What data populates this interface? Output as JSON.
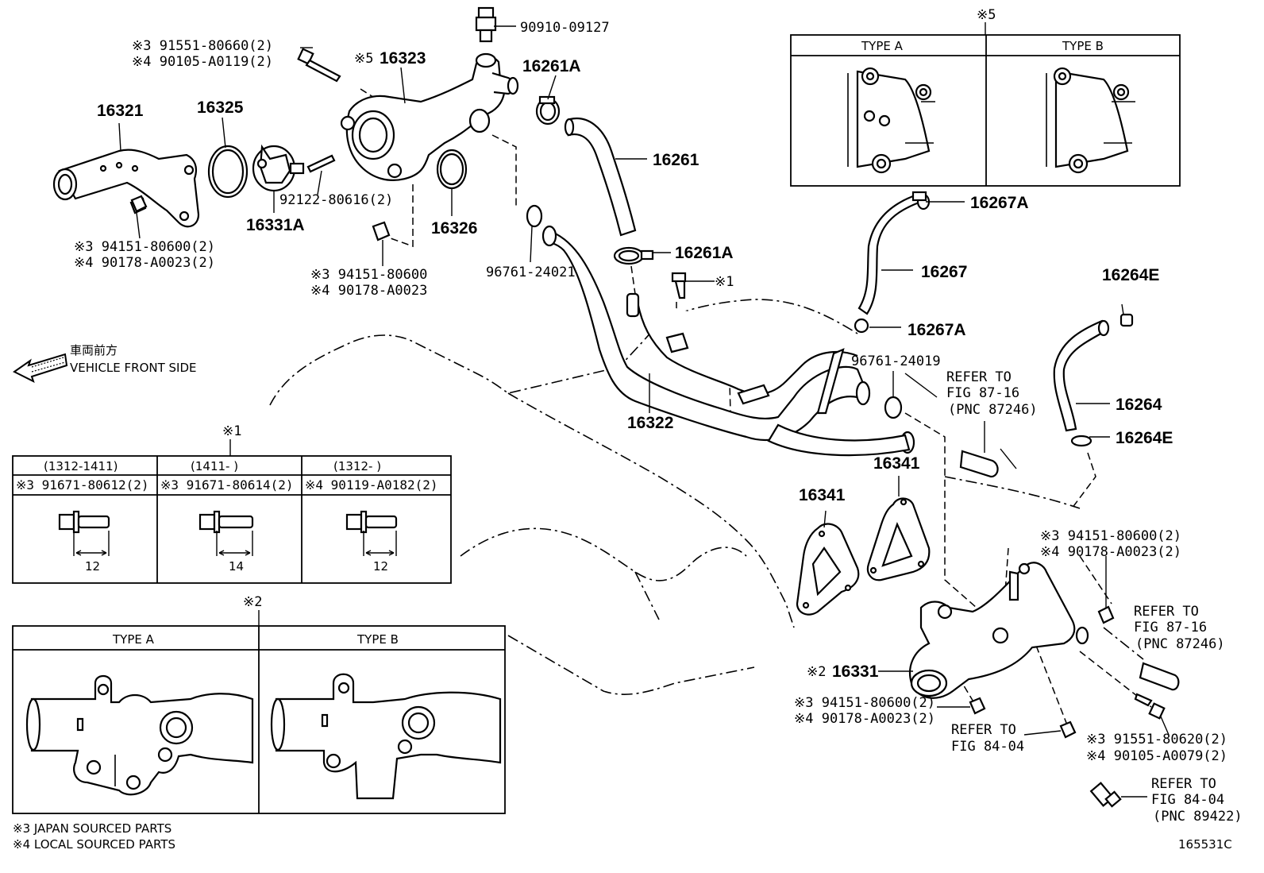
{
  "figure_id": "165531C",
  "direction": {
    "jp": "車両前方",
    "en": "VEHICLE FRONT SIDE"
  },
  "legend": {
    "note3": "※3 JAPAN SOURCED PARTS",
    "note4": "※4 LOCAL SOURCED PARTS"
  },
  "callouts": {
    "p90910": "90910-09127",
    "p16261A_top": "16261A",
    "p16261": "16261",
    "p16261A_mid": "16261A",
    "p16323": "16323",
    "p16323_mark": "※5",
    "p16321": "16321",
    "p16325": "16325",
    "p16331A": "16331A",
    "p92122": "92122-80616(2)",
    "p16326": "16326",
    "p96761a": "96761-24021",
    "bolt_top_3": "※3 91551-80660(2)",
    "bolt_top_4": "※4 90105-A0119(2)",
    "nut_left_3": "※3 94151-80600(2)",
    "nut_left_4": "※4 90178-A0023(2)",
    "nut_mid_3": "※3 94151-80600",
    "nut_mid_4": "※4 90178-A0023",
    "bolt_mark1": "※1",
    "p16322": "16322",
    "p16267A_top": "16267A",
    "p16267": "16267",
    "p16267A_bot": "16267A",
    "p96761b": "96761-24019",
    "ref_8716a_1": "REFER TO",
    "ref_8716a_2": "FIG 87-16",
    "ref_8716a_3": "(PNC 87246)",
    "p16264E_top": "16264E",
    "p16264": "16264",
    "p16264E_bot": "16264E",
    "p16341a": "16341",
    "p16341b": "16341",
    "nut_right_3": "※3  94151-80600(2)",
    "nut_right_4": "※4  90178-A0023(2)",
    "ref_8716b_1": "REFER TO",
    "ref_8716b_2": "FIG 87-16",
    "ref_8716b_3": "(PNC 87246)",
    "p16331": "16331",
    "p16331_mark": "※2",
    "nut_bot_3": "※3  94151-80600(2)",
    "nut_bot_4": "※4  90178-A0023(2)",
    "ref_8404a_1": "REFER TO",
    "ref_8404a_2": "FIG 84-04",
    "bolt_bot_3": "※3 91551-80620(2)",
    "bolt_bot_4": "※4 90105-A0079(2)",
    "ref_8404b_1": "REFER TO",
    "ref_8404b_2": "FIG 84-04",
    "ref_8404b_3": "(PNC 89422)"
  },
  "inset5": {
    "mark": "※5",
    "type_a": "TYPE A",
    "type_b": "TYPE B"
  },
  "inset2": {
    "mark": "※2",
    "type_a": "TYPE A",
    "type_b": "TYPE B"
  },
  "inset1": {
    "mark": "※1",
    "columns": [
      {
        "period": "(1312-1411)",
        "part": "※3 91671-80612(2)",
        "length": "12"
      },
      {
        "period": "(1411-     )",
        "part": "※3 91671-80614(2)",
        "length": "14"
      },
      {
        "period": "(1312-     )",
        "part": "※4 90119-A0182(2)",
        "length": "12"
      }
    ]
  }
}
